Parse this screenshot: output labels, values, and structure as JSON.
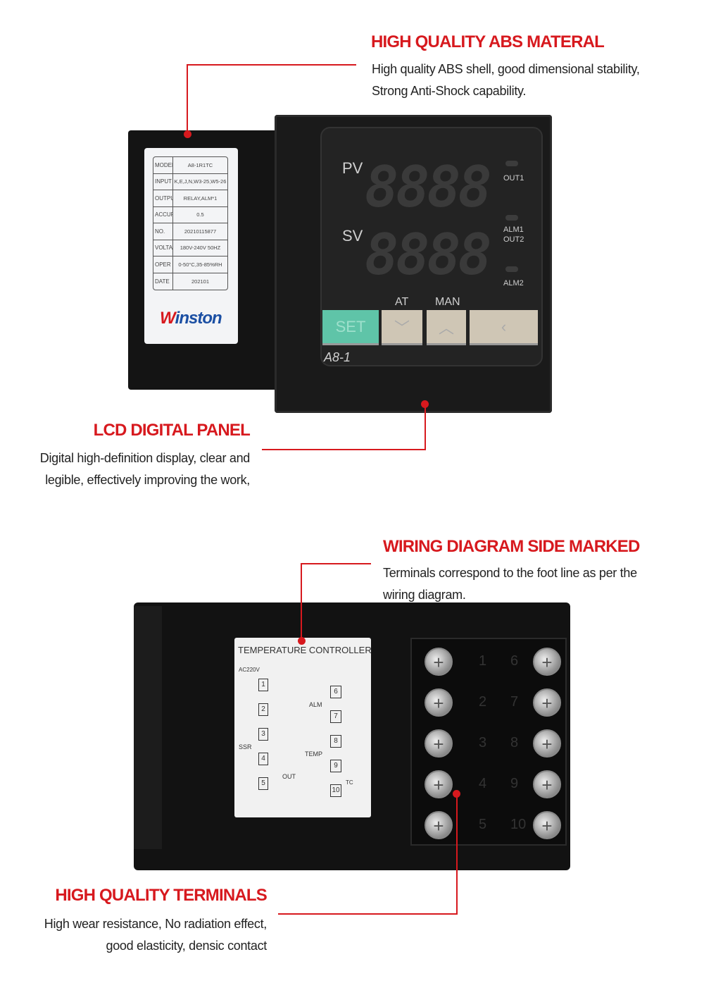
{
  "sections": [
    {
      "title": "HIGH QUALITY ABS MATERAL",
      "lines": [
        "High quality ABS shell, good dimensional stability,",
        "Strong Anti-Shock capability."
      ]
    },
    {
      "title": "LCD DIGITAL PANEL",
      "lines": [
        "Digital high-definition display, clear and",
        "legible, effectively improving the work,"
      ]
    },
    {
      "title": "WIRING DIAGRAM SIDE MARKED",
      "lines": [
        "Terminals correspond to the foot line as per the",
        "wiring diagram."
      ]
    },
    {
      "title": "HIGH QUALITY TERMINALS",
      "lines": [
        "High wear resistance, No radiation effect,",
        "good elasticity, densic contact"
      ]
    }
  ],
  "device_label": {
    "rows": [
      {
        "k": "MODEL",
        "v": "A8-1R1TC"
      },
      {
        "k": "INPUT",
        "v": "K,E,J,N,W3-25,W5-26"
      },
      {
        "k": "OUTPUT",
        "v": "RELAY,ALM*1"
      },
      {
        "k": "ACCURAC",
        "v": "0.5"
      },
      {
        "k": "NO.",
        "v": "20210115877"
      },
      {
        "k": "VOLTAGE",
        "v": "180V-240V 50HZ"
      },
      {
        "k": "OPER",
        "v": "0-50°C,35-85%RH"
      },
      {
        "k": "DATE",
        "v": "202101"
      }
    ],
    "brand": "Winston"
  },
  "panel": {
    "pv": "PV",
    "sv": "SV",
    "digits": "8888",
    "out1": "OUT1",
    "alm1": "ALM1",
    "out2": "OUT2",
    "alm2": "ALM2",
    "at": "AT",
    "man": "MAN",
    "set": "SET",
    "model": "A8-1"
  },
  "wiring": {
    "title": "TEMPERATURE CONTROLLER",
    "ac": "AC220V",
    "alm": "ALM",
    "ssr": "SSR",
    "temp": "TEMP",
    "out": "OUT",
    "tc": "TC",
    "terminals_left": [
      "1",
      "2",
      "3",
      "4",
      "5"
    ],
    "terminals_right": [
      "6",
      "7",
      "8",
      "9",
      "10"
    ]
  },
  "colors": {
    "accent": "#d7191e",
    "set_button": "#5fc4a8"
  }
}
